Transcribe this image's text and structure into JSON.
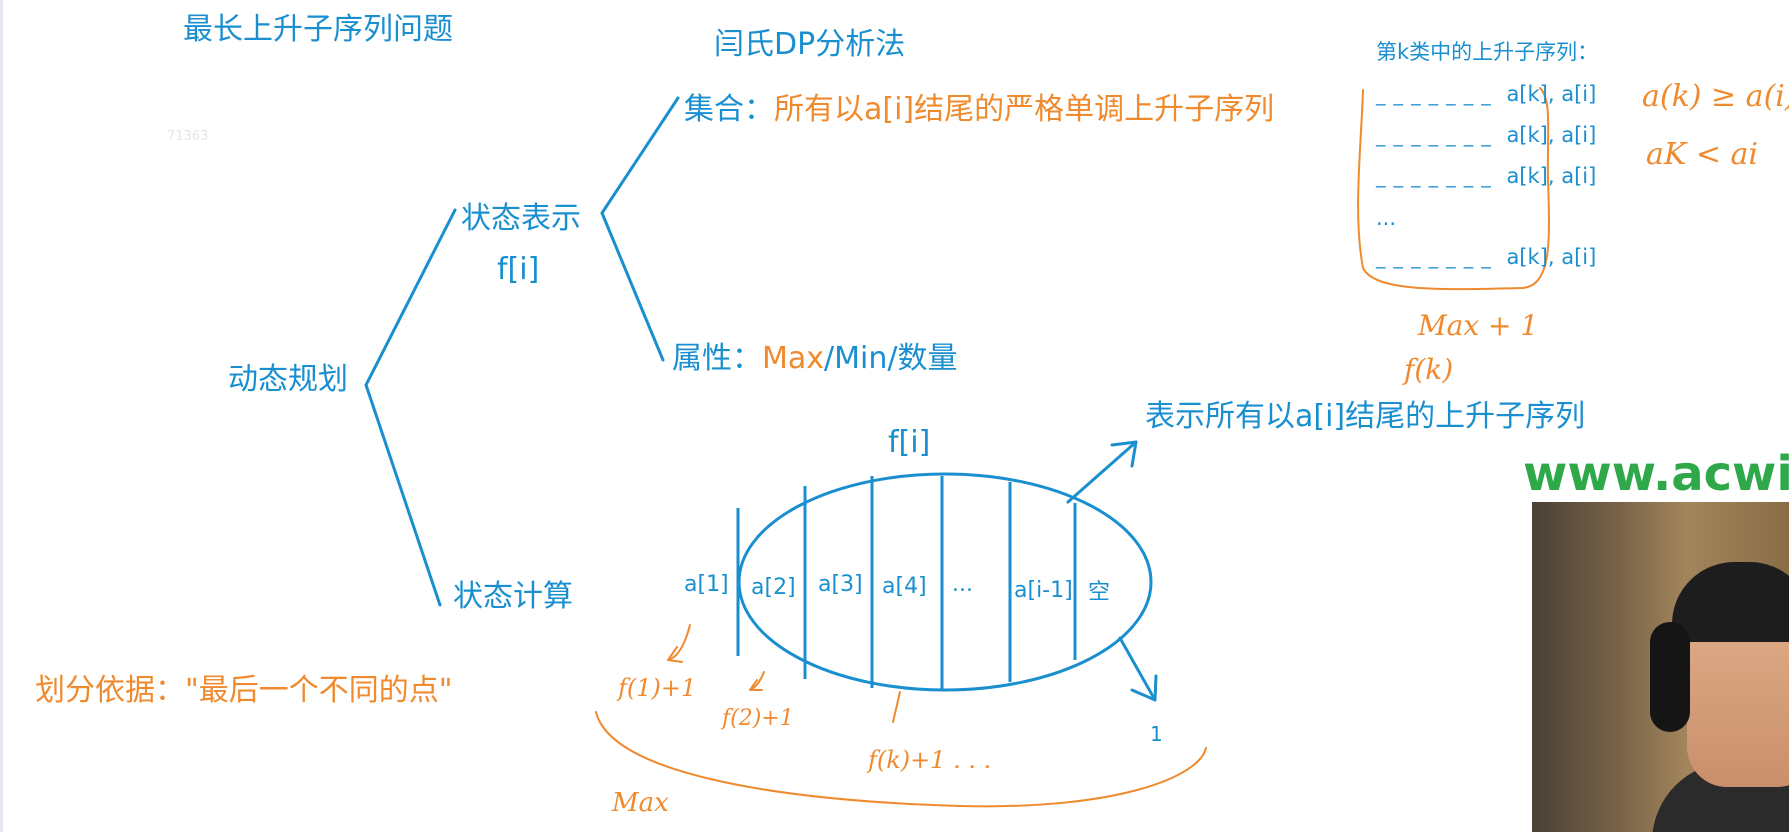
{
  "title": "最长上升子序列问题",
  "method": "闫氏DP分析法",
  "watermark": "71363",
  "tree": {
    "root": "动态规划",
    "state_repr": "状态表示",
    "state_func": "f[i]",
    "state_calc": "状态计算",
    "set_label": "集合：",
    "set_desc": "所有以a[i]结尾的严格单调上升子序列",
    "attr_label": "属性：",
    "attr_max": "Max",
    "attr_rest": "/Min/数量"
  },
  "partition": {
    "basis": "划分依据：\"最后一个不同的点\"",
    "ellipse_label": "f[i]",
    "cells": [
      "a[1]",
      "a[2]",
      "a[3]",
      "a[4]",
      "...",
      "a[i-1]",
      "空"
    ],
    "arrow_note": "表示所有以a[i]结尾的上升子序列",
    "one": "1"
  },
  "side": {
    "header": "第k类中的上升子序列：",
    "rows": [
      "a[k], a[i]",
      "a[k], a[i]",
      "a[k], a[i]",
      "...",
      "a[k], a[i]"
    ],
    "dashes": "_ _ _ _ _ _ _"
  },
  "handwriting": {
    "cmp1": "a(k) ≥ a(i)",
    "cmp2": "aK < ai",
    "max1": "Max + 1",
    "fk": "f(k)",
    "f1": "f(1)+1",
    "f2": "f(2)+1",
    "fk1": "f(k)+1 . . .",
    "max2": "Max"
  },
  "brand": {
    "url": "www.acwing"
  },
  "colors": {
    "blue": "#1a8fd0",
    "orange": "#ef8a2e",
    "green": "#2fa84a"
  }
}
